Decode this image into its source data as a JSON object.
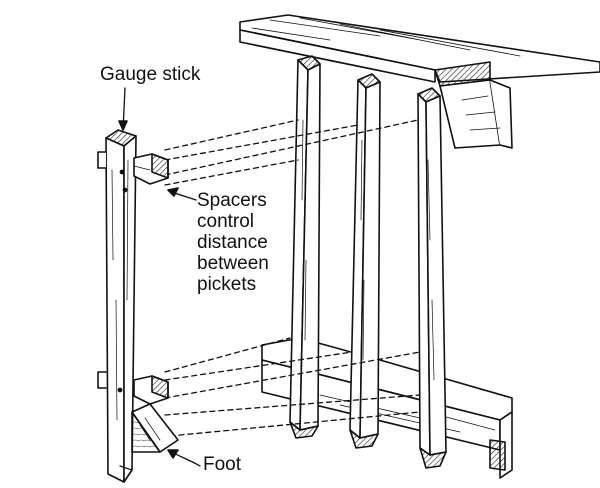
{
  "labels": {
    "gauge_stick": "Gauge stick",
    "spacers_lines": [
      "Spacers",
      "control",
      "distance",
      "between",
      "pickets"
    ],
    "foot": "Foot"
  },
  "colors": {
    "ink": "#111111",
    "paper": "#ffffff",
    "wood_shade": "#444444"
  }
}
